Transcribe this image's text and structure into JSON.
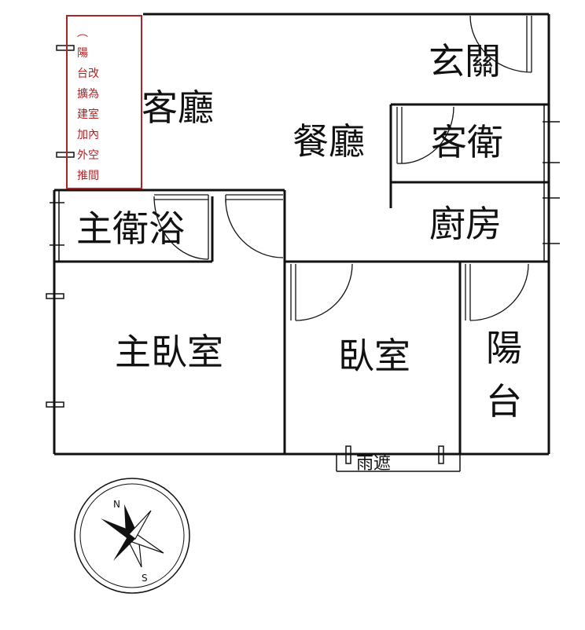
{
  "rooms": {
    "living": "客廳",
    "entrance": "玄關",
    "dining": "餐廳",
    "guest_bath": "客衛",
    "master_bath": "主衛浴",
    "kitchen": "廚房",
    "master_bedroom": "主臥室",
    "bedroom": "臥室",
    "balcony_line1": "陽",
    "balcony_line2": "台"
  },
  "note_lines": [
    "︵",
    "陽",
    "台改",
    "擴為",
    "建室",
    "加內",
    "外空",
    "推間",
    "︶"
  ],
  "canopy": "雨遮",
  "compass": {
    "north": "N",
    "south": "S"
  },
  "colors": {
    "wall": "#111111",
    "note_border": "#b22222",
    "note_text": "#b22222"
  }
}
